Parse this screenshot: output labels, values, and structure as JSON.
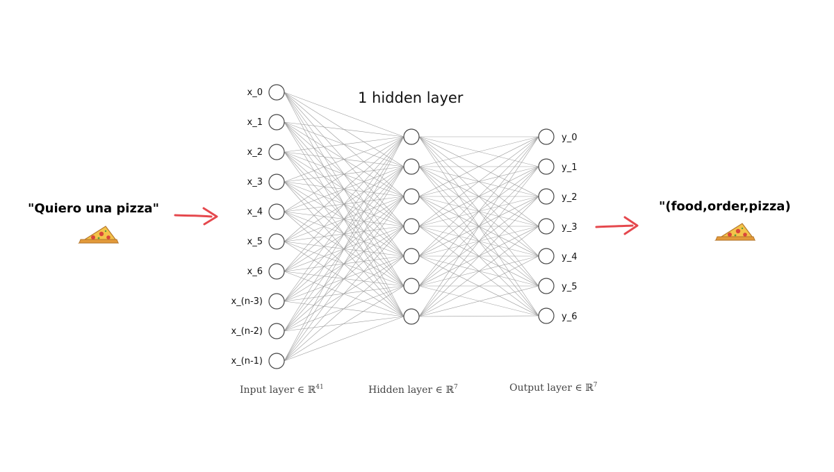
{
  "diagram": {
    "title": "1 hidden layer",
    "input_text": "\"Quiero una pizza\"",
    "output_text": "\"(food,order,pizza)",
    "input_icon": "pizza-slice-icon",
    "output_icon": "pizza-slice-icon",
    "layers": {
      "input": {
        "caption": "Input layer ∈ ℝ",
        "dim": "41",
        "nodes": [
          "x_0",
          "x_1",
          "x_2",
          "x_3",
          "x_4",
          "x_5",
          "x_6",
          "x_(n-3)",
          "x_(n-2)",
          "x_(n-1)"
        ]
      },
      "hidden": {
        "caption": "Hidden layer ∈ ℝ",
        "dim": "7",
        "node_count": 7
      },
      "output": {
        "caption": "Output layer ∈ ℝ",
        "dim": "7",
        "nodes": [
          "y_0",
          "y_1",
          "y_2",
          "y_3",
          "y_4",
          "y_5",
          "y_6"
        ]
      }
    },
    "colors": {
      "arrow": "#e5484d",
      "edge": "#9a9a9a",
      "node_stroke": "#444444"
    }
  }
}
